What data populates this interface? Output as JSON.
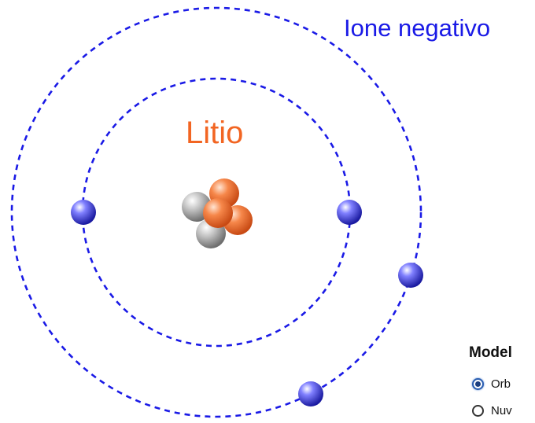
{
  "diagram": {
    "ion_label": "Ione negativo",
    "element_label": "Litio",
    "colors": {
      "orbit": "#1a1ae6",
      "ion_label": "#1a1ae6",
      "element_label": "#f26522",
      "electron": "#4444dd",
      "proton": "#f27a3a",
      "neutron": "#a8a8a8"
    },
    "nucleus": {
      "protons": 3,
      "neutrons": 2
    },
    "shells": [
      {
        "name": "inner-shell",
        "electrons": 2
      },
      {
        "name": "outer-shell",
        "electrons": 2
      }
    ]
  },
  "model_panel": {
    "title": "Model",
    "options": [
      {
        "label": "Orb",
        "selected": true
      },
      {
        "label": "Nuv",
        "selected": false
      }
    ]
  }
}
